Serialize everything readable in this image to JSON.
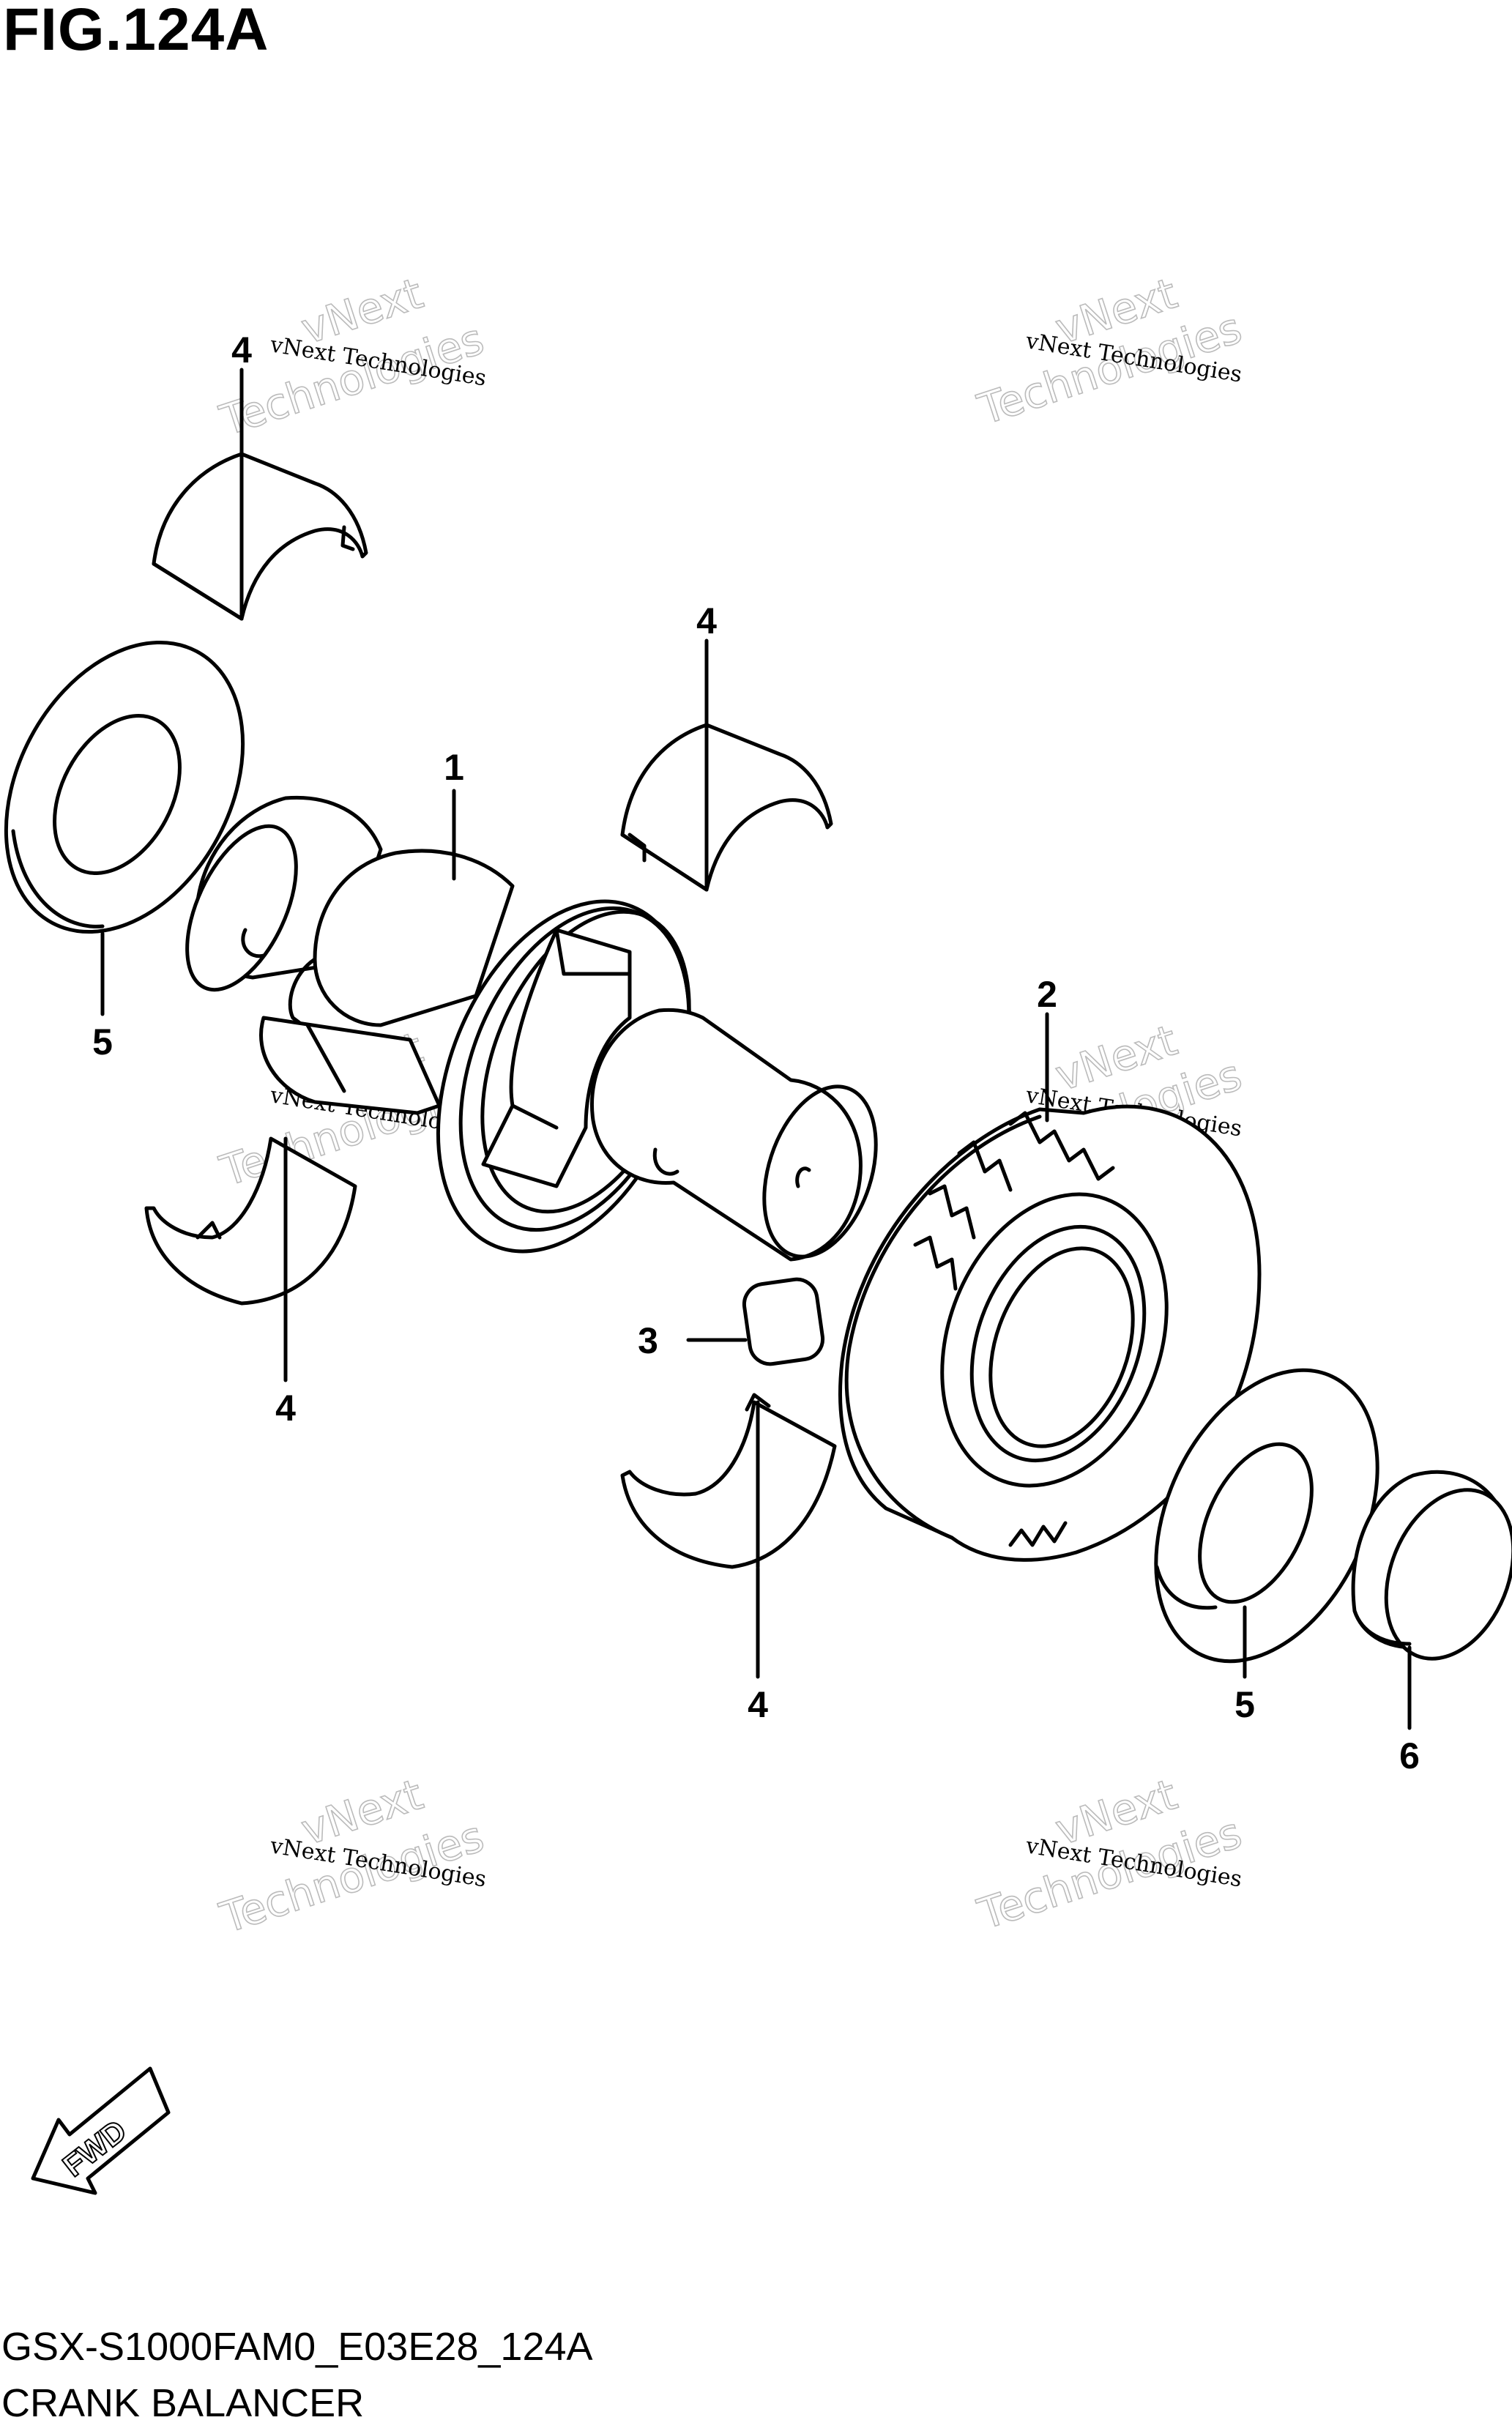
{
  "figure": {
    "title": "FIG.124A",
    "code": "GSX-S1000FAM0_E03E28_124A",
    "name": "CRANK BALANCER"
  },
  "callouts": {
    "shaft": "1",
    "gear": "2",
    "key": "3",
    "bearing_top_left": "4",
    "bearing_top_right": "4",
    "bearing_bottom_left": "4",
    "bearing_bottom_center": "4",
    "washer_left": "5",
    "washer_right": "5",
    "cap": "6"
  },
  "watermark": {
    "line1": "vNext Technologies",
    "line2": "vNext",
    "line3": "Technologies"
  },
  "fwd_label": "FWD"
}
